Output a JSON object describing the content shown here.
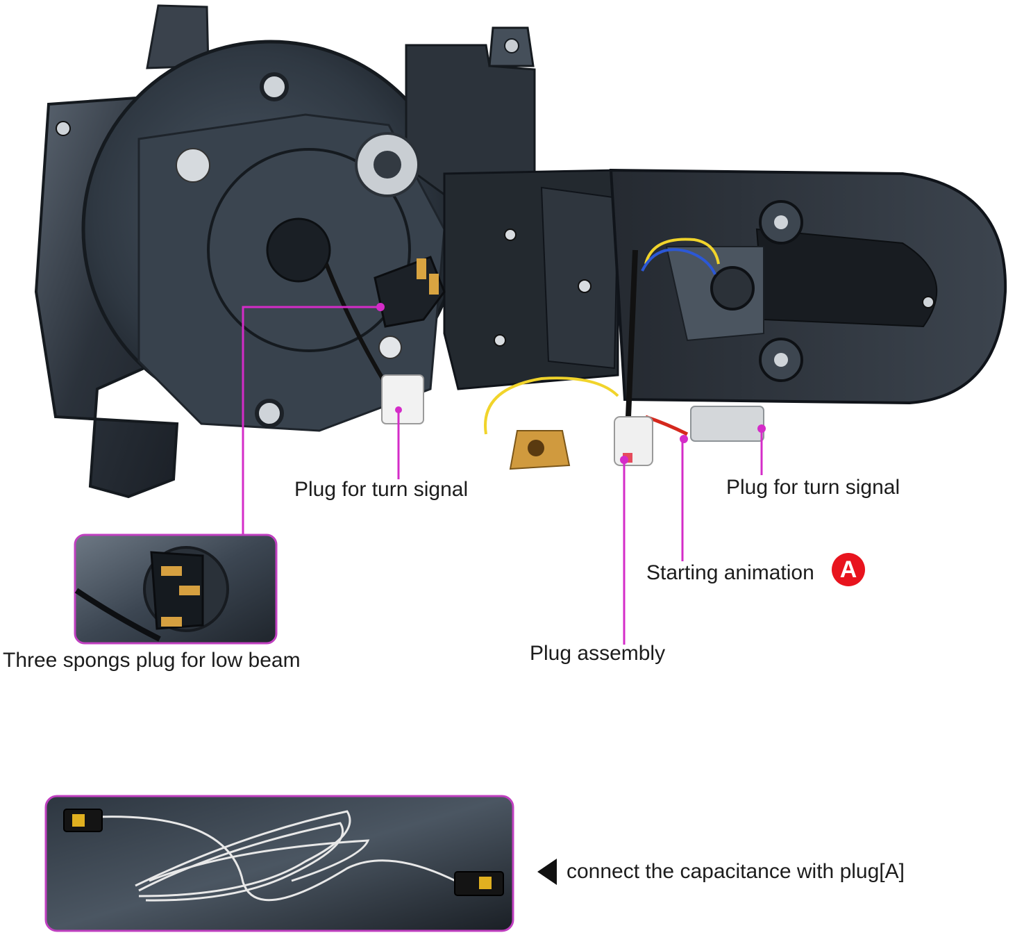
{
  "labels": {
    "turn_signal_left": "Plug for turn signal",
    "turn_signal_right": "Plug for turn signal",
    "starting_animation": "Starting animation",
    "plug_assembly": "Plug assembly",
    "low_beam": "Three spongs plug for low beam",
    "capacitance_note": "connect the capacitance with plug[A]"
  },
  "badge": {
    "text": "A",
    "color": "#e8141e"
  },
  "colors": {
    "callout": "#d42cc8",
    "inset_border": "#c040c0",
    "housing": "#2e3640"
  },
  "icons": [
    "pointer-arrow-left-icon",
    "badge-a-icon"
  ]
}
